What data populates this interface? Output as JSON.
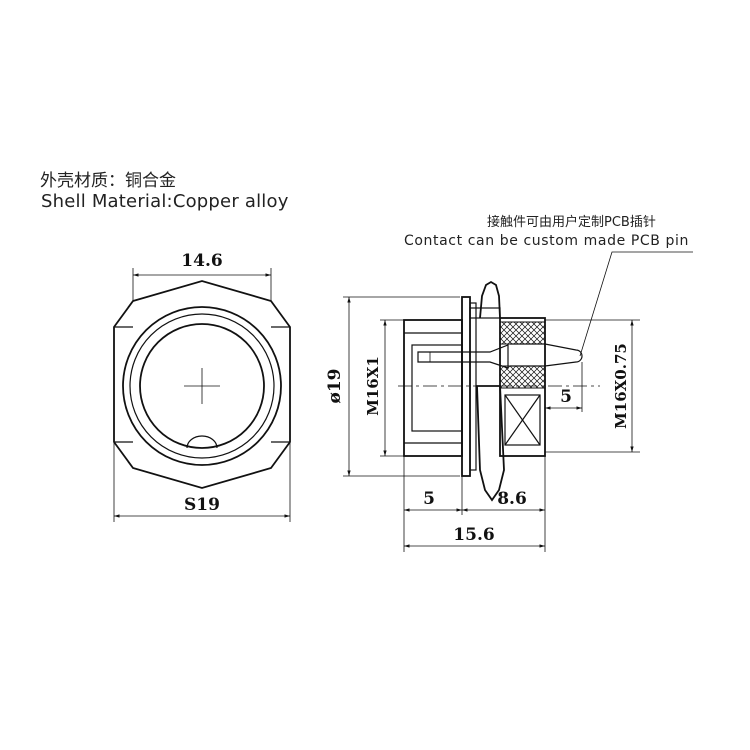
{
  "material": {
    "label_cn": "外壳材质：铜合金",
    "label_en": "Shell Material:Copper alloy"
  },
  "pin_note": {
    "label_cn": "接触件可由用户定制PCB插针",
    "label_en": "Contact can be custom made PCB pin"
  },
  "dimensions": {
    "width_top": "14.6",
    "hex_size": "S19",
    "diameter": "ø19",
    "thread_main": "M16X1",
    "thread_rear": "M16X0.75",
    "pin_length": "5",
    "front_length": "5",
    "rear_length": "8.6",
    "total_length": "15.6"
  }
}
